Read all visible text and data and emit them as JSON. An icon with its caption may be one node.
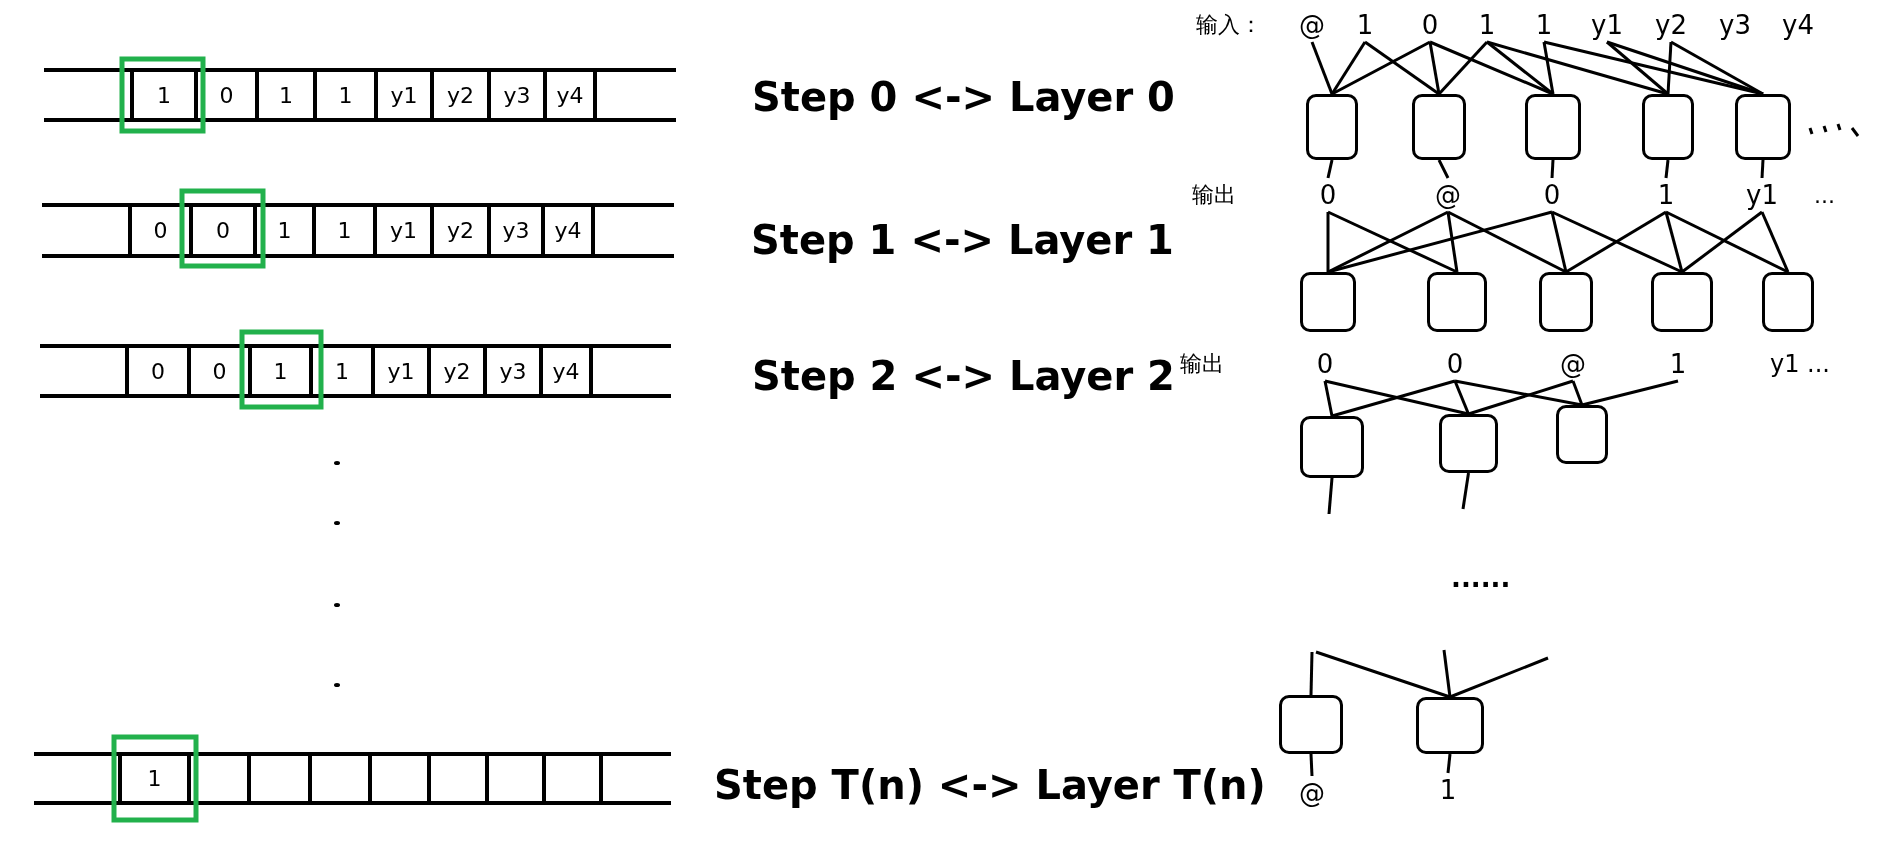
{
  "diagram": {
    "nodes": [
      {
        "text": [
          "1"
        ]
      },
      {
        "text": [
          "0"
        ]
      },
      {
        "text": [
          "1"
        ]
      },
      {
        "text": [
          "1"
        ]
      },
      {
        "text": [
          "y1"
        ]
      },
      {
        "text": [
          "y2"
        ]
      },
      {
        "text": [
          "y3"
        ]
      },
      {
        "text": [
          "y4"
        ]
      },
      {
        "text": [
          "0"
        ]
      },
      {
        "text": [
          "0"
        ]
      },
      {
        "text": [
          "1"
        ]
      },
      {
        "text": [
          "1"
        ]
      },
      {
        "text": [
          "y1"
        ]
      },
      {
        "text": [
          "y2"
        ]
      },
      {
        "text": [
          "y3"
        ]
      },
      {
        "text": [
          "y4"
        ]
      },
      {
        "text": [
          "0"
        ]
      },
      {
        "text": [
          "0"
        ]
      },
      {
        "text": [
          "1"
        ]
      },
      {
        "text": [
          "1"
        ]
      },
      {
        "text": [
          "y1"
        ]
      },
      {
        "text": [
          "y2"
        ]
      },
      {
        "text": [
          "y3"
        ]
      },
      {
        "text": [
          "y4"
        ]
      },
      {
        "text": [
          "1"
        ]
      },
      {
        "text": [],
        "shape": "box"
      },
      {
        "text": [],
        "shape": "box"
      },
      {
        "text": [],
        "shape": "box"
      },
      {
        "text": [],
        "shape": "box"
      },
      {
        "text": [],
        "shape": "box"
      },
      {
        "text": [],
        "shape": "box"
      },
      {
        "text": [],
        "shape": "box"
      },
      {
        "text": [
          "@"
        ]
      },
      {
        "text": [
          "1"
        ]
      },
      {
        "text": [
          "0"
        ]
      },
      {
        "text": [
          "1"
        ]
      },
      {
        "text": [
          "1"
        ]
      },
      {
        "text": [
          "y1"
        ]
      },
      {
        "text": [
          "y2"
        ]
      },
      {
        "text": [
          "y3"
        ]
      },
      {
        "text": [
          "y4"
        ]
      },
      {
        "text": [],
        "shape": "box"
      },
      {
        "text": [],
        "shape": "box"
      },
      {
        "text": [],
        "shape": "box"
      },
      {
        "text": [],
        "shape": "box"
      },
      {
        "text": [],
        "shape": "box"
      },
      {
        "text": [
          "0"
        ]
      },
      {
        "text": [
          "@"
        ]
      },
      {
        "text": [
          "0"
        ]
      },
      {
        "text": [
          "1"
        ]
      },
      {
        "text": [
          "y1"
        ]
      },
      {
        "text": [],
        "shape": "box"
      },
      {
        "text": [],
        "shape": "box"
      },
      {
        "text": [],
        "shape": "box"
      },
      {
        "text": [],
        "shape": "box"
      },
      {
        "text": [],
        "shape": "box"
      },
      {
        "text": [
          "0"
        ]
      },
      {
        "text": [
          "0"
        ]
      },
      {
        "text": [
          "@"
        ]
      },
      {
        "text": [
          "1"
        ]
      },
      {
        "text": [],
        "shape": "box"
      },
      {
        "text": [],
        "shape": "box"
      },
      {
        "text": [],
        "shape": "box"
      },
      {
        "text": [],
        "shape": "box"
      },
      {
        "text": [],
        "shape": "box"
      },
      {
        "text": [
          "@"
        ]
      },
      {
        "text": [
          "1"
        ]
      }
    ],
    "edges": [
      {
        "from": 32,
        "to": 41,
        "arrow": "none"
      },
      {
        "from": 33,
        "to": 41,
        "arrow": "none"
      },
      {
        "from": 34,
        "to": 41,
        "arrow": "none"
      },
      {
        "from": 33,
        "to": 42,
        "arrow": "none"
      },
      {
        "from": 34,
        "to": 42,
        "arrow": "none"
      },
      {
        "from": 35,
        "to": 42,
        "arrow": "none"
      },
      {
        "from": 34,
        "to": 43,
        "arrow": "none"
      },
      {
        "from": 35,
        "to": 43,
        "arrow": "none"
      },
      {
        "from": 36,
        "to": 43,
        "arrow": "none"
      },
      {
        "from": 35,
        "to": 44,
        "arrow": "none"
      },
      {
        "from": 37,
        "to": 44,
        "arrow": "none"
      },
      {
        "from": 38,
        "to": 44,
        "arrow": "none"
      },
      {
        "from": 36,
        "to": 45,
        "arrow": "none"
      },
      {
        "from": 37,
        "to": 45,
        "arrow": "none"
      },
      {
        "from": 38,
        "to": 45,
        "arrow": "none"
      },
      {
        "from": 41,
        "to": 46,
        "arrow": "none"
      },
      {
        "from": 42,
        "to": 47,
        "arrow": "none"
      },
      {
        "from": 43,
        "to": 48,
        "arrow": "none"
      },
      {
        "from": 44,
        "to": 49,
        "arrow": "none"
      },
      {
        "from": 45,
        "to": 50,
        "arrow": "none"
      },
      {
        "from": 46,
        "to": 51,
        "arrow": "none"
      },
      {
        "from": 46,
        "to": 52,
        "arrow": "none"
      },
      {
        "from": 47,
        "to": 51,
        "arrow": "none"
      },
      {
        "from": 47,
        "to": 52,
        "arrow": "none"
      },
      {
        "from": 47,
        "to": 53,
        "arrow": "none"
      },
      {
        "from": 48,
        "to": 51,
        "arrow": "none"
      },
      {
        "from": 48,
        "to": 53,
        "arrow": "none"
      },
      {
        "from": 48,
        "to": 54,
        "arrow": "none"
      },
      {
        "from": 49,
        "to": 53,
        "arrow": "none"
      },
      {
        "from": 49,
        "to": 54,
        "arrow": "none"
      },
      {
        "from": 49,
        "to": 55,
        "arrow": "none"
      },
      {
        "from": 50,
        "to": 54,
        "arrow": "none"
      },
      {
        "from": 50,
        "to": 55,
        "arrow": "none"
      },
      {
        "from": 56,
        "to": 60,
        "arrow": "none"
      },
      {
        "from": 56,
        "to": 61,
        "arrow": "none"
      },
      {
        "from": 57,
        "to": 60,
        "arrow": "none"
      },
      {
        "from": 57,
        "to": 61,
        "arrow": "none"
      },
      {
        "from": 57,
        "to": 62,
        "arrow": "none"
      },
      {
        "from": 58,
        "to": 61,
        "arrow": "none"
      },
      {
        "from": 58,
        "to": 62,
        "arrow": "none"
      },
      {
        "from": 59,
        "to": 62,
        "arrow": "none"
      },
      {
        "from": 60,
        "to": null,
        "arrow": "none"
      },
      {
        "from": 61,
        "to": null,
        "arrow": "none"
      },
      {
        "from": null,
        "to": 63,
        "arrow": "none"
      },
      {
        "from": null,
        "to": 64,
        "arrow": "none"
      },
      {
        "from": null,
        "to": 64,
        "arrow": "none"
      },
      {
        "from": null,
        "to": 64,
        "arrow": "none"
      },
      {
        "from": 63,
        "to": 65,
        "arrow": "none"
      },
      {
        "from": 64,
        "to": 66,
        "arrow": "none"
      }
    ],
    "labels": [
      "输入：",
      "Step 0 <-> Layer 0",
      "输出",
      "...",
      "Step 1 <-> Layer 1",
      "输出",
      "y1 ...",
      "Step 2 <-> Layer 2",
      "......",
      "Step T(n) <-> Layer T(n)"
    ]
  }
}
